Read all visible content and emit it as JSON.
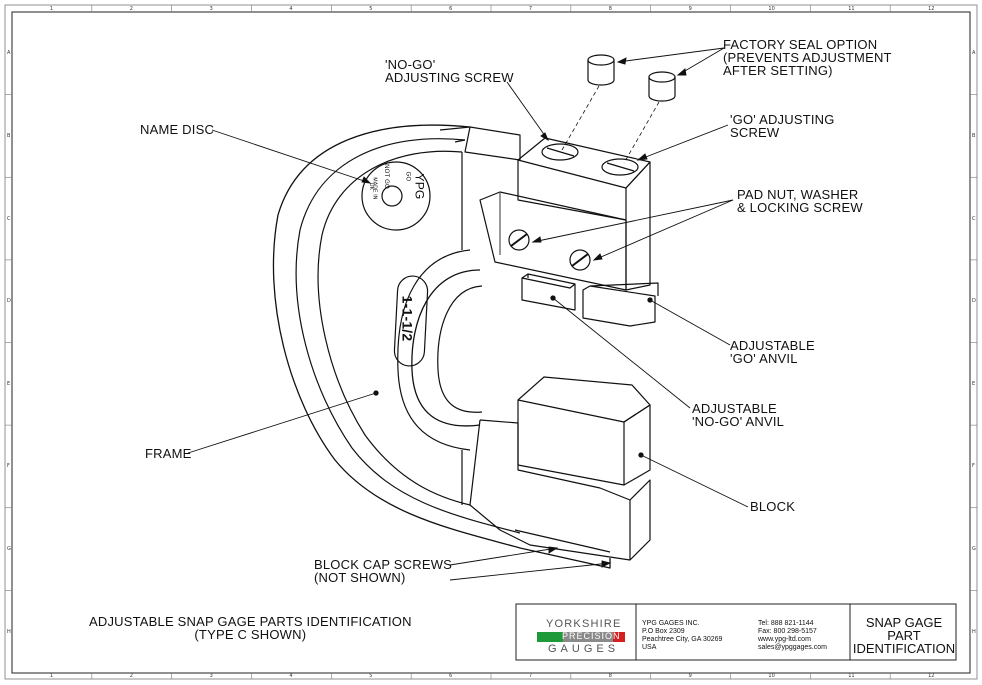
{
  "labels": {
    "factory_seal": [
      "FACTORY SEAL OPTION",
      "(PREVENTS ADJUSTMENT",
      "AFTER SETTING)"
    ],
    "no_go_screw": [
      "'NO-GO'",
      "ADJUSTING SCREW"
    ],
    "go_screw": [
      "'GO' ADJUSTING",
      "SCREW"
    ],
    "name_disc": "NAME DISC",
    "pad_nut": [
      "PAD NUT, WASHER",
      "& LOCKING SCREW"
    ],
    "go_anvil": [
      "ADJUSTABLE",
      "'GO' ANVIL"
    ],
    "no_go_anvil": [
      "ADJUSTABLE",
      "'NO-GO' ANVIL"
    ],
    "frame": "FRAME",
    "block": "BLOCK",
    "cap_screws": [
      "BLOCK CAP SCREWS",
      "(NOT SHOWN)"
    ]
  },
  "part_markings": {
    "disc_brand": "YPG",
    "disc_line1": "GO",
    "disc_line2": "NOT GO",
    "disc_line3": "MADE IN",
    "disc_line4": "UK",
    "size_plate": "1-1-1/2"
  },
  "drawing_title": [
    "ADJUSTABLE SNAP GAGE PARTS IDENTIFICATION",
    "(TYPE C SHOWN)"
  ],
  "title_block": {
    "logo_line1": "YORKSHIRE",
    "logo_line2": "PRECISION",
    "logo_line3": "GAUGES",
    "company": [
      "YPG GAGES INC.",
      "P.O Box 2309",
      "Peachtree City, GA 30269",
      "USA"
    ],
    "contact": [
      "Tel: 888 821-1144",
      "Fax: 800 298-5157",
      "www.ypg-ltd.com",
      "sales@ypggages.com"
    ],
    "sheet_title": [
      "SNAP GAGE",
      "PART",
      "IDENTIFICATION"
    ],
    "colors": {
      "green": "#1f9a3a",
      "red": "#d42020",
      "grey": "#8a8a8a"
    }
  },
  "border": {
    "columns": [
      "1",
      "2",
      "3",
      "4",
      "5",
      "6",
      "7",
      "8",
      "9",
      "10",
      "11",
      "12"
    ],
    "rows": [
      "A",
      "B",
      "C",
      "D",
      "E",
      "F",
      "G",
      "H"
    ]
  }
}
